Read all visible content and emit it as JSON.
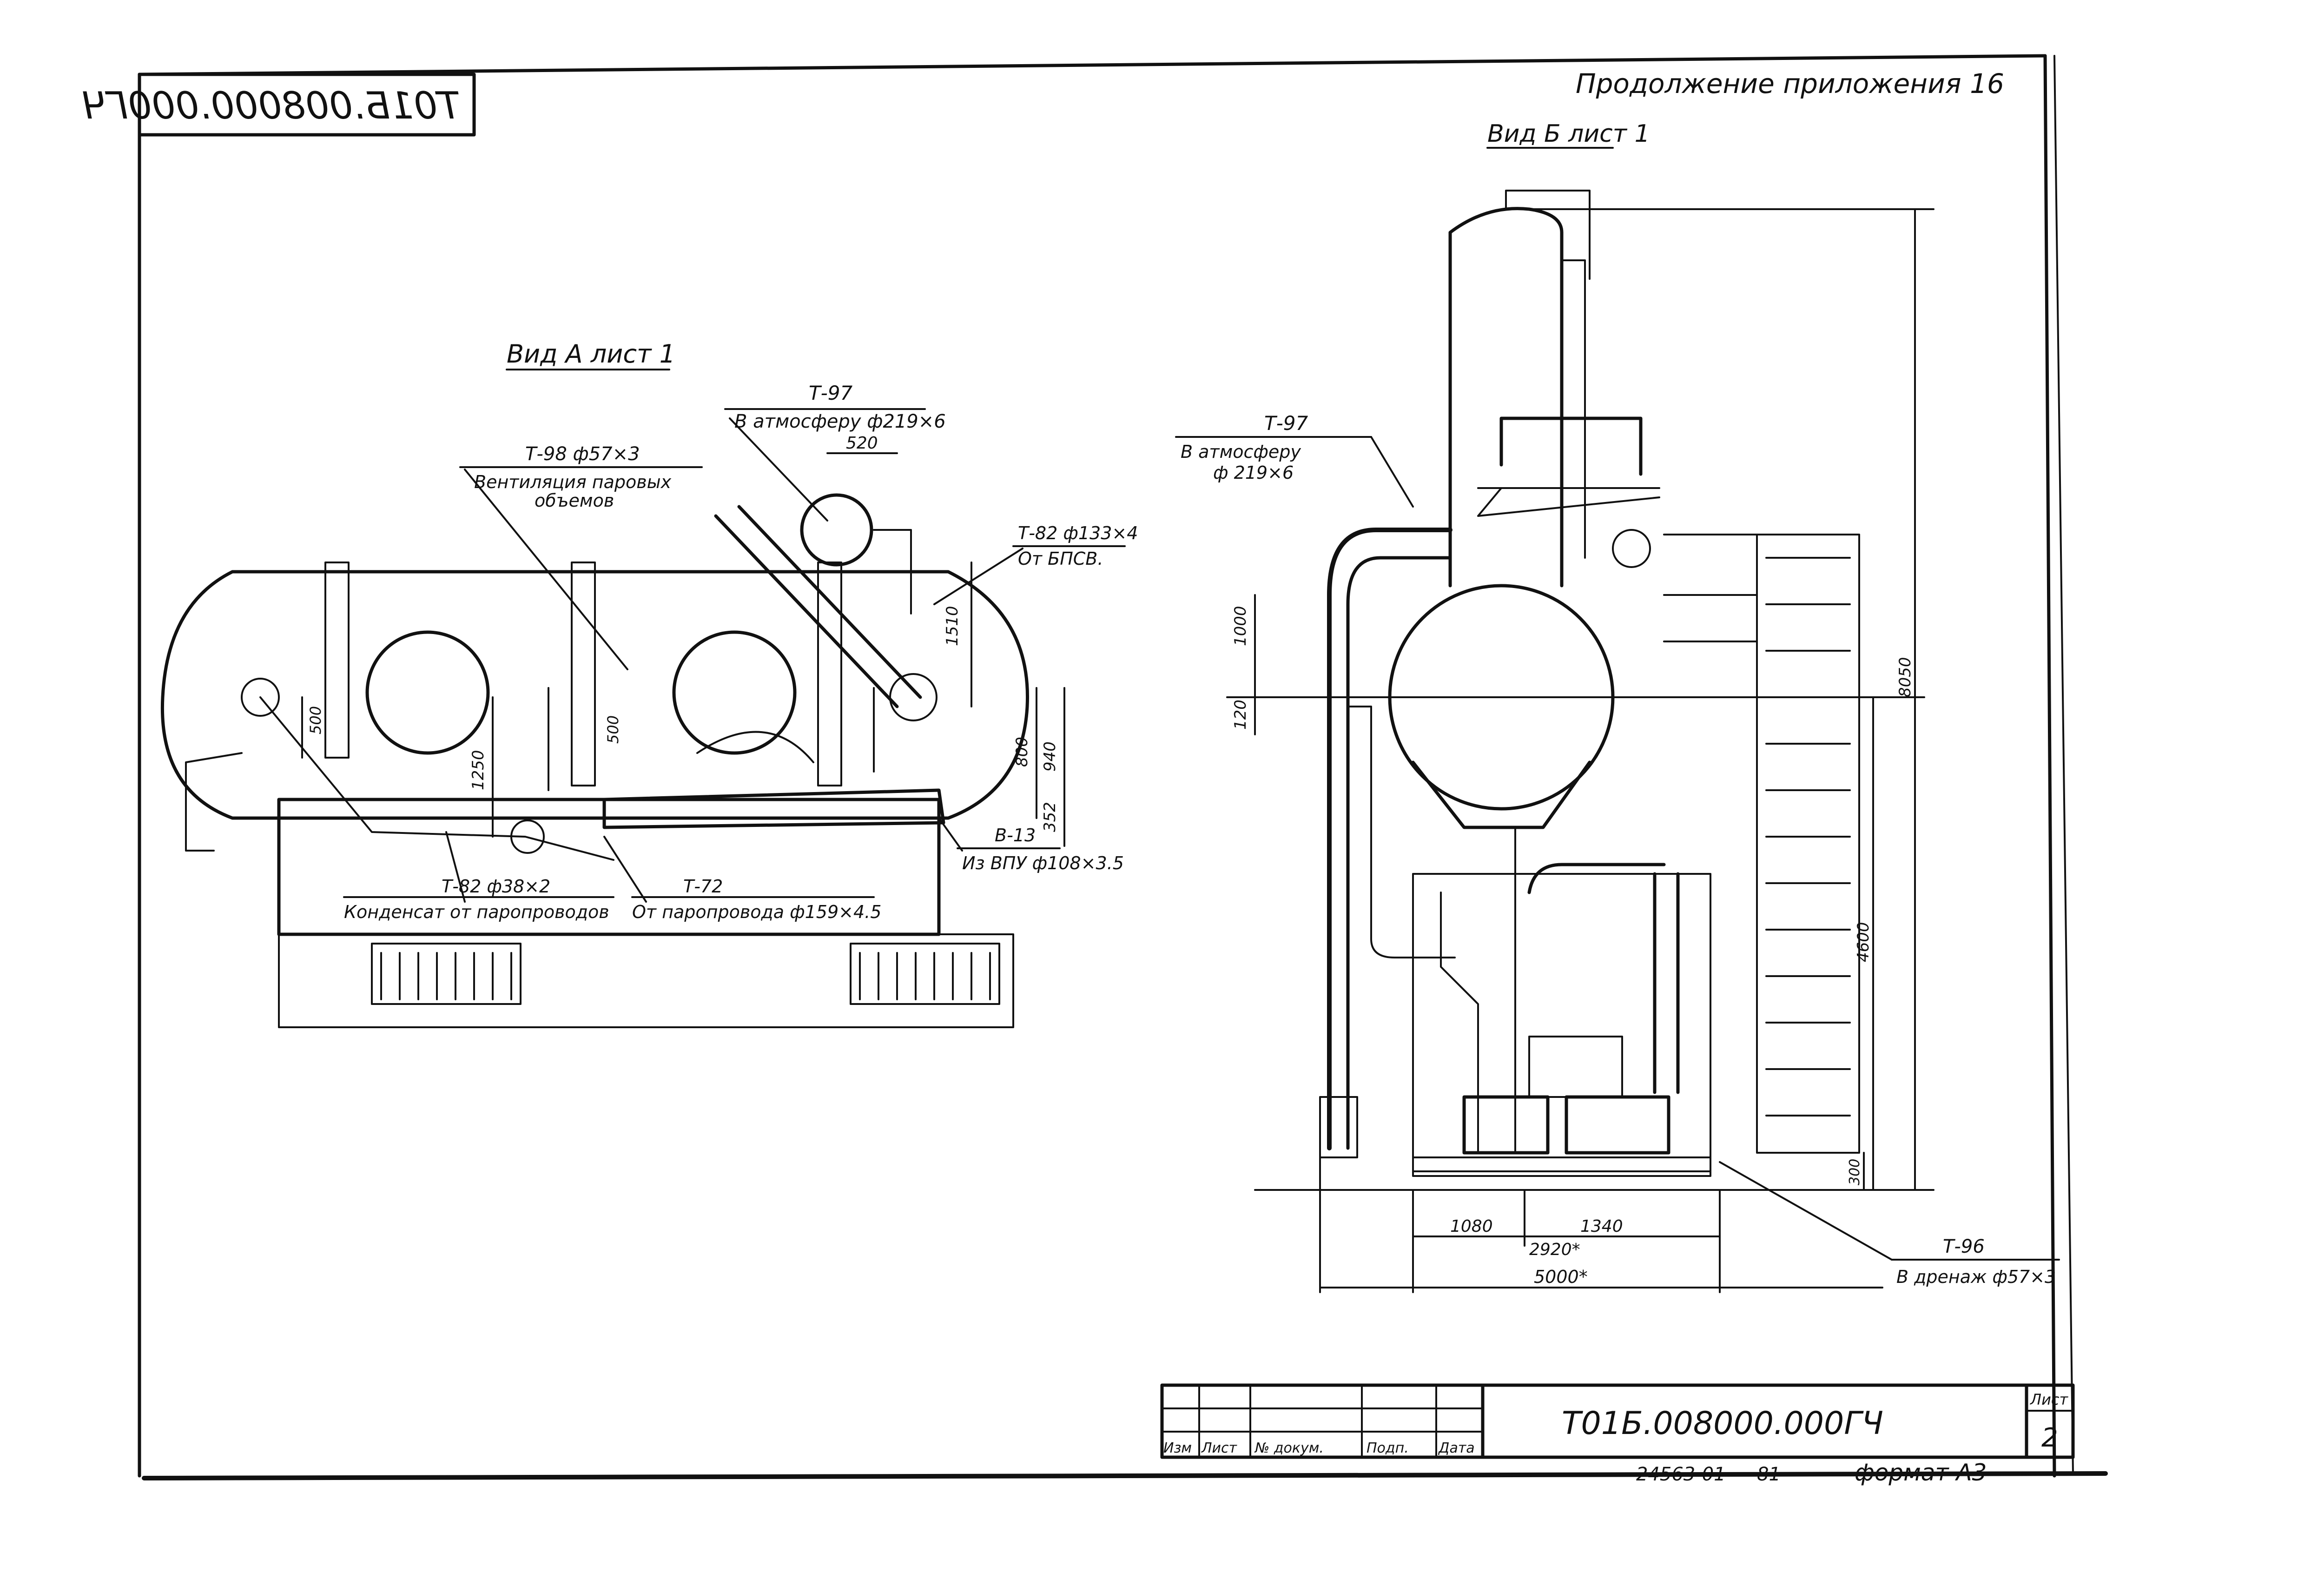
{
  "sheet": {
    "top_code_mirrored": "Т01Б.008000.000ГЧ",
    "continuation": "Продолжение приложения 16"
  },
  "view_a": {
    "title": "Вид А лист 1",
    "labels": {
      "t97": "Т-97",
      "t97_note": "В атмосферу ф219×6",
      "t98": "Т-98 ф57×3",
      "t98_note1": "Вентиляция паровых",
      "t98_note2": "объемов",
      "t82_top": "Т-82 ф133×4",
      "t82_top_note": "От БПСВ.",
      "b13": "В-13",
      "b13_note": "Из ВПУ ф108×3.5",
      "t82_bottom": "Т-82 ф38×2",
      "t72": "Т-72",
      "condensate": "Конденсат от паропроводов",
      "steam_line": "От паропровода ф159×4.5"
    },
    "dims": {
      "d520": "520",
      "d1510": "1510",
      "d800": "800",
      "d940": "940",
      "d352": "352",
      "d500a": "500",
      "d500b": "500",
      "d1250": "1250"
    }
  },
  "view_b": {
    "title": "Вид Б лист 1",
    "labels": {
      "t97": "Т-97",
      "t97_note1": "В атмосферу",
      "t97_note2": "ф 219×6",
      "t96": "Т-96",
      "t96_note": "В дренаж ф57×3"
    },
    "dims": {
      "d1000": "1000",
      "d120": "120",
      "d8050": "8050",
      "d4600": "4600",
      "d300": "300",
      "d1080": "1080",
      "d1340": "1340",
      "d2920": "2920*",
      "d5000": "5000*"
    }
  },
  "title_block": {
    "code": "Т01Б.008000.000ГЧ",
    "sheet_label": "Лист",
    "sheet_no": "2",
    "col_izm": "Изм",
    "col_list": "Лист",
    "col_doc": "№ докум.",
    "col_sign": "Подп.",
    "col_date": "Дата",
    "inventory": "24563-01",
    "inventory2": "81",
    "format": "формат А3"
  }
}
